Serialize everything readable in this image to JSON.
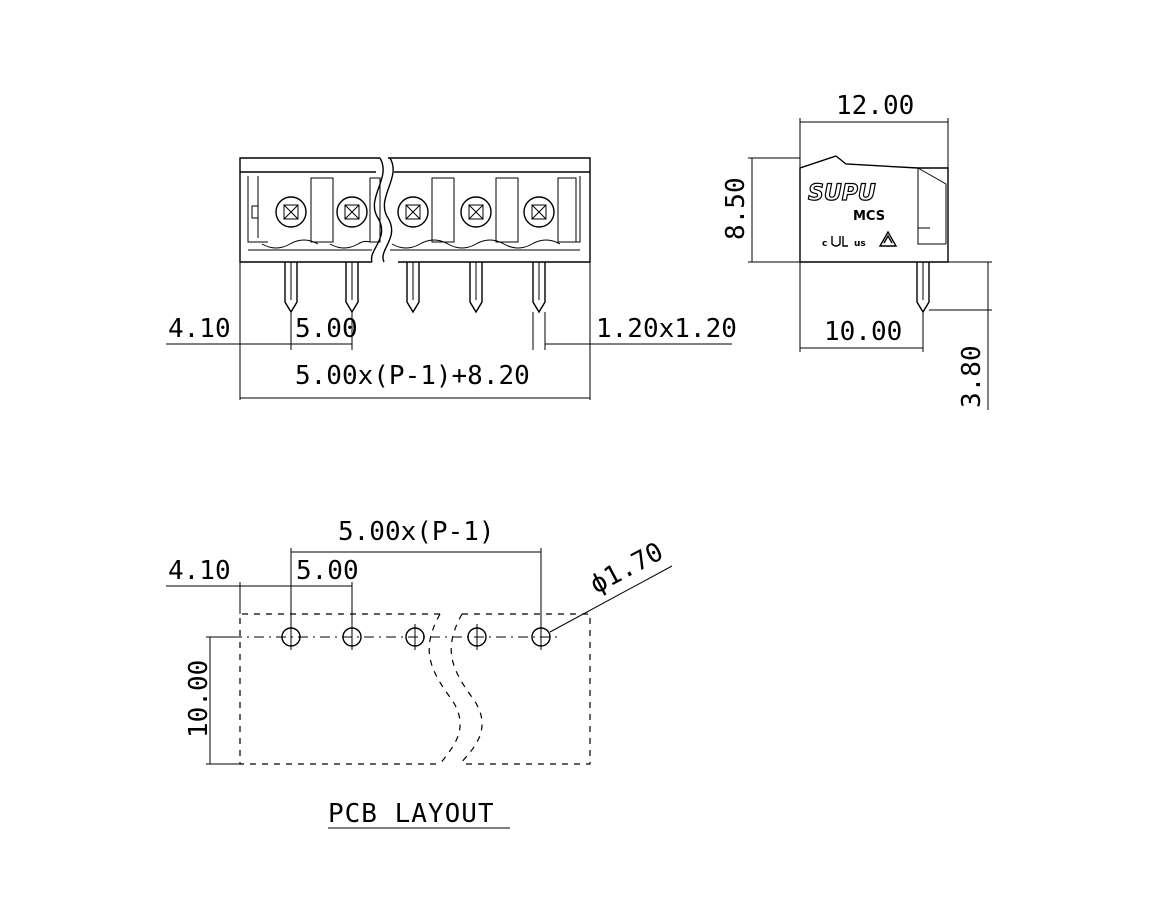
{
  "front_view": {
    "dim_pitch_label": "5.00",
    "dim_offset_label": "4.10",
    "dim_pin_label": "1.20x1.20",
    "dim_total_label": "5.00x(P-1)+8.20"
  },
  "side_view": {
    "dim_width_label": "12.00",
    "dim_height_label": "8.50",
    "dim_base_label": "10.00",
    "dim_pin_len_label": "3.80",
    "brand_label": "SUPU",
    "model_label": "MCS",
    "cert_c_label": "c",
    "cert_us_label": "us"
  },
  "pcb_layout": {
    "dim_span_label": "5.00x(P-1)",
    "dim_pitch_label": "5.00",
    "dim_offset_label": "4.10",
    "dim_hole_label": "ϕ1.70",
    "dim_depth_label": "10.00",
    "title": "PCB LAYOUT"
  }
}
